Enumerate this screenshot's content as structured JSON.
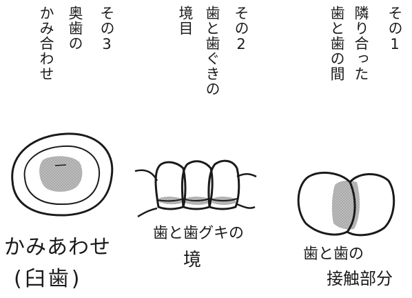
{
  "panel1": {
    "number": "その1",
    "title_line1": "隣り合った",
    "title_line2": "歯と歯の間",
    "caption_line1": "歯と歯の",
    "caption_line2": "接触部分"
  },
  "panel2": {
    "number": "その2",
    "title_line1": "歯と歯ぐきの",
    "title_line2": "境目",
    "caption_line1": "歯と歯グキの",
    "caption_line2": "境"
  },
  "panel3": {
    "number": "その3",
    "title_line1": "奥歯の",
    "title_line2": "かみ合わせ",
    "caption_line1": "かみあわせ",
    "caption_line2": "(臼歯)"
  },
  "colors": {
    "ink": "#1a1a1a",
    "plaque": "#b3b3b3"
  }
}
